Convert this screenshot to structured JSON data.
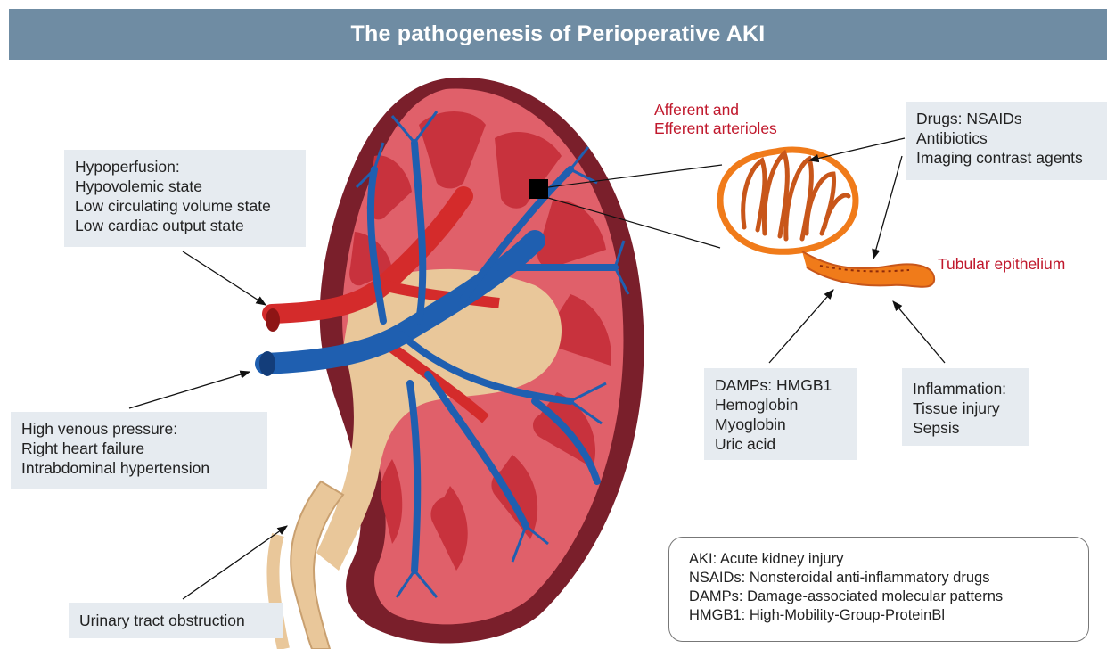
{
  "title": "The pathogenesis of Perioperative AKI",
  "boxes": {
    "hypoperfusion": [
      "Hypoperfusion:",
      "Hypovolemic state",
      "Low circulating volume state",
      "Low cardiac output state"
    ],
    "venous": [
      "High venous pressure:",
      "Right heart failure",
      "Intrabdominal hypertension"
    ],
    "urinary": "Urinary tract obstruction",
    "drugs": [
      "Drugs: NSAIDs",
      "Antibiotics",
      "Imaging contrast agents"
    ],
    "damps": [
      "DAMPs: HMGB1",
      "Hemoglobin",
      "Myoglobin",
      "Uric acid"
    ],
    "inflammation": [
      "Inflammation:",
      "Tissue injury",
      "Sepsis"
    ]
  },
  "labels": {
    "arterioles": [
      "Afferent and",
      "Efferent arterioles"
    ],
    "tubular": "Tubular epithelium"
  },
  "legend": [
    "AKI: Acute kidney injury",
    "NSAIDs: Nonsteroidal anti-inflammatory drugs",
    "DAMPs: Damage-associated molecular patterns",
    "HMGB1: High-Mobility-Group-ProteinBl"
  ],
  "colors": {
    "title_bg": "#6f8ca3",
    "box_bg": "#e6ebf0",
    "label_red": "#c0182c",
    "kidney_outer": "#7a1f2b",
    "cortex": "#e0606a",
    "artery": "#d42b2b",
    "vein": "#1f5fb0",
    "pelvis": "#e9c79a",
    "nephron": "#f07b1a"
  },
  "icons": [
    "kidney-illustration",
    "nephron-icon",
    "arrow-icon"
  ]
}
